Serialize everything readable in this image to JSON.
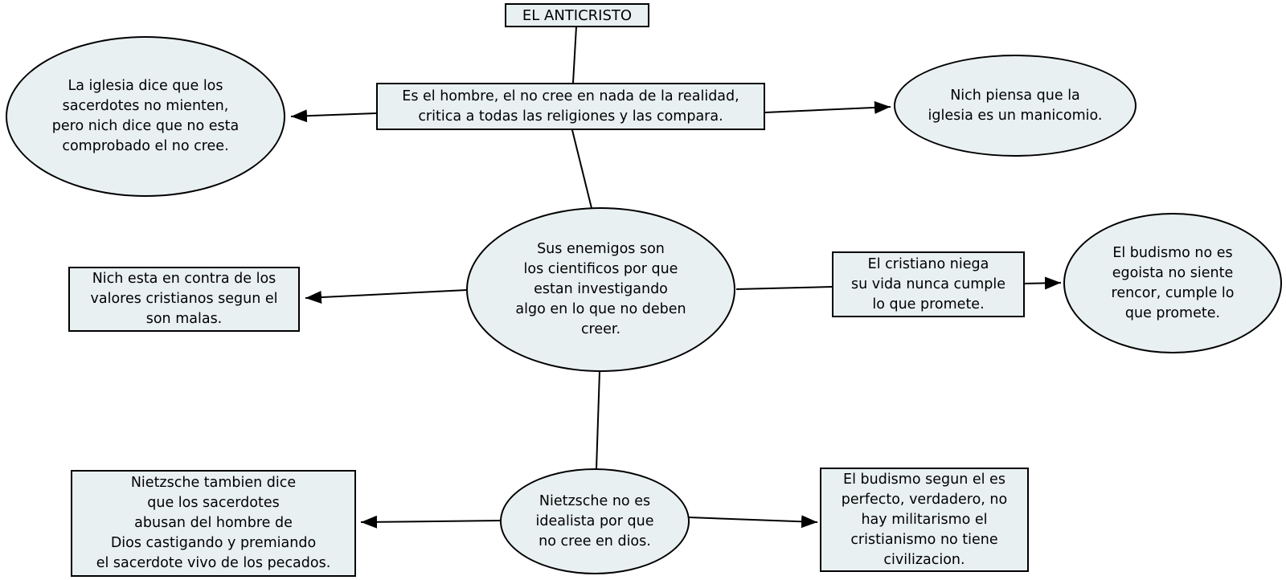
{
  "page": {
    "background": "#ffffff"
  },
  "diagram": {
    "type": "concept-map",
    "title": "EL ANTICRISTO",
    "colors": {
      "node_fill": "#e9f0f2",
      "node_border": "#000000",
      "connector": "#000000",
      "text": "#000000"
    },
    "nodes": [
      {
        "id": "anticristo",
        "shape": "rect",
        "text": "EL ANTICRISTO"
      },
      {
        "id": "hombre",
        "shape": "rect",
        "text": "Es el hombre, el no cree en nada de la realidad,\ncritica a todas las religiones y las compara."
      },
      {
        "id": "iglesia-sacerdotes",
        "shape": "ellipse",
        "text": "La iglesia dice que los\nsacerdotes no mienten,\npero nich dice que no esta\ncomprobado el no cree."
      },
      {
        "id": "manicomio",
        "shape": "ellipse",
        "text": "Nich piensa que la\niglesia es un manicomio."
      },
      {
        "id": "enemigos",
        "shape": "ellipse",
        "text": "Sus enemigos son\nlos cientificos por que\nestan investigando\nalgo en lo que no deben\ncreer."
      },
      {
        "id": "valores",
        "shape": "rect",
        "text": "Nich esta en contra de los\nvalores cristianos segun el\nson malas."
      },
      {
        "id": "cristiano",
        "shape": "rect",
        "text": "El cristiano niega\nsu vida nunca cumple\nlo que promete."
      },
      {
        "id": "budismo-egoista",
        "shape": "ellipse",
        "text": "El budismo no es\negoista no siente\nrencor, cumple lo\nque promete."
      },
      {
        "id": "nietzsche-sacerdotes",
        "shape": "rect",
        "text": "Nietzsche tambien dice\nque los sacerdotes\nabusan del hombre de\nDios castigando y premiando\nel sacerdote vivo de los pecados."
      },
      {
        "id": "idealista",
        "shape": "ellipse",
        "text": "Nietzsche no es\nidealista por que\nno cree en dios."
      },
      {
        "id": "budismo-perfecto",
        "shape": "rect",
        "text": "El budismo segun el es\nperfecto, verdadero, no\nhay militarismo el\ncristianismo no tiene\ncivilizacion."
      }
    ],
    "connections": [
      {
        "from": "anticristo",
        "to": "hombre",
        "arrow": false
      },
      {
        "from": "hombre",
        "to": "iglesia-sacerdotes",
        "arrow": true
      },
      {
        "from": "hombre",
        "to": "manicomio",
        "arrow": true
      },
      {
        "from": "hombre",
        "to": "enemigos",
        "arrow": false
      },
      {
        "from": "enemigos",
        "to": "valores",
        "arrow": true
      },
      {
        "from": "enemigos",
        "to": "cristiano",
        "arrow": false
      },
      {
        "from": "cristiano",
        "to": "budismo-egoista",
        "arrow": true
      },
      {
        "from": "enemigos",
        "to": "idealista",
        "arrow": false
      },
      {
        "from": "idealista",
        "to": "nietzsche-sacerdotes",
        "arrow": true
      },
      {
        "from": "idealista",
        "to": "budismo-perfecto",
        "arrow": true
      }
    ]
  }
}
